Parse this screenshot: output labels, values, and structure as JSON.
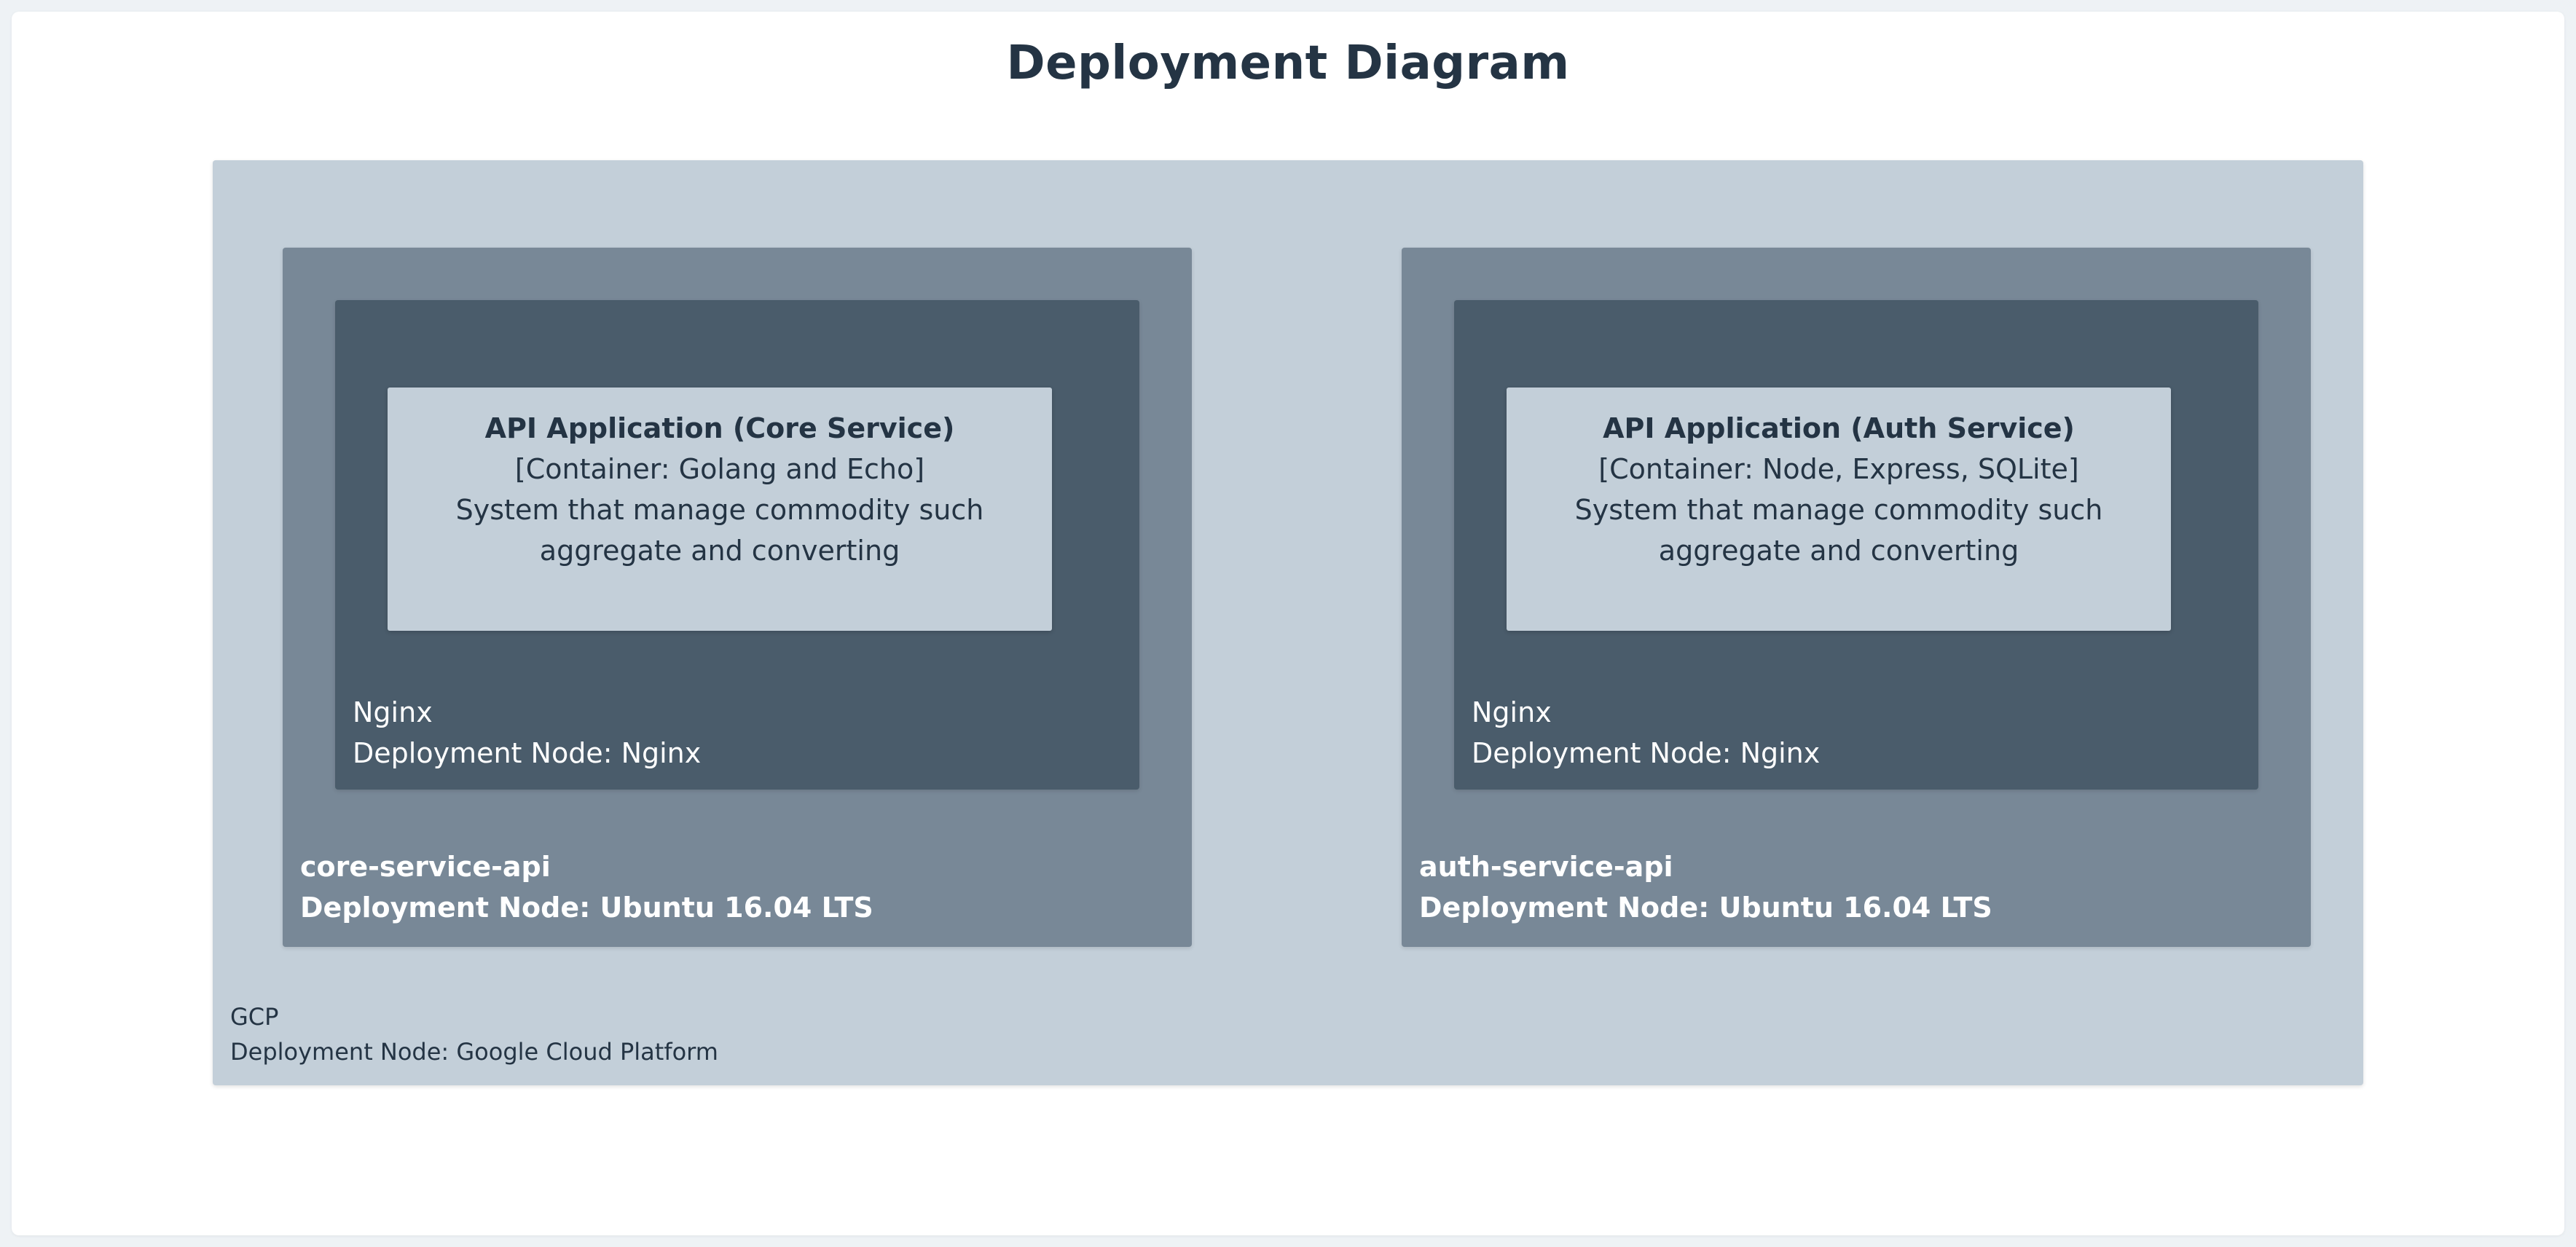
{
  "title": "Deployment Diagram",
  "gcp": {
    "name": "GCP",
    "type": "Deployment Node: Google Cloud Platform"
  },
  "hosts": [
    {
      "name": "core-service-api",
      "type": "Deployment Node: Ubuntu 16.04 LTS",
      "nginx": {
        "name": "Nginx",
        "type": "Deployment Node: Nginx"
      },
      "container": {
        "name": "API Application (Core Service)",
        "tech": "[Container: Golang and Echo]",
        "description": "System that manage commodity such aggregate and converting"
      }
    },
    {
      "name": "auth-service-api",
      "type": "Deployment Node: Ubuntu 16.04 LTS",
      "nginx": {
        "name": "Nginx",
        "type": "Deployment Node: Nginx"
      },
      "container": {
        "name": "API Application (Auth Service)",
        "tech": "[Container: Node, Express, SQLite]",
        "description": "System that manage commodity such aggregate and converting"
      }
    }
  ],
  "colors": {
    "gcp_fill": "#c3cfd9",
    "host_fill": "#788897",
    "nginx_fill": "#4a5c6b",
    "container_fill": "#c3cfd9",
    "text_dark": "#243444"
  }
}
